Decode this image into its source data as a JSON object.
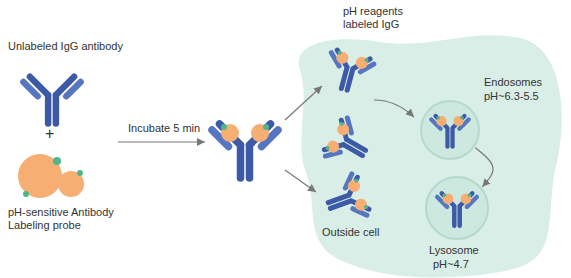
{
  "diagram": {
    "nodes": [
      {
        "text": [
          "Endosomes",
          "pH~6.3-5.5"
        ]
      },
      {
        "text": [
          "Lysosome",
          "pH~4.7"
        ]
      }
    ],
    "edges": [
      {
        "from": 0,
        "to": 1,
        "arrow": "to"
      }
    ],
    "labels": [
      "Unlabeled IgG antibody",
      "+",
      "pH-sensitive Antibody Labeling probe",
      "Incubate 5 min",
      "pH reagents labeled IgG",
      "Outside cell"
    ]
  }
}
